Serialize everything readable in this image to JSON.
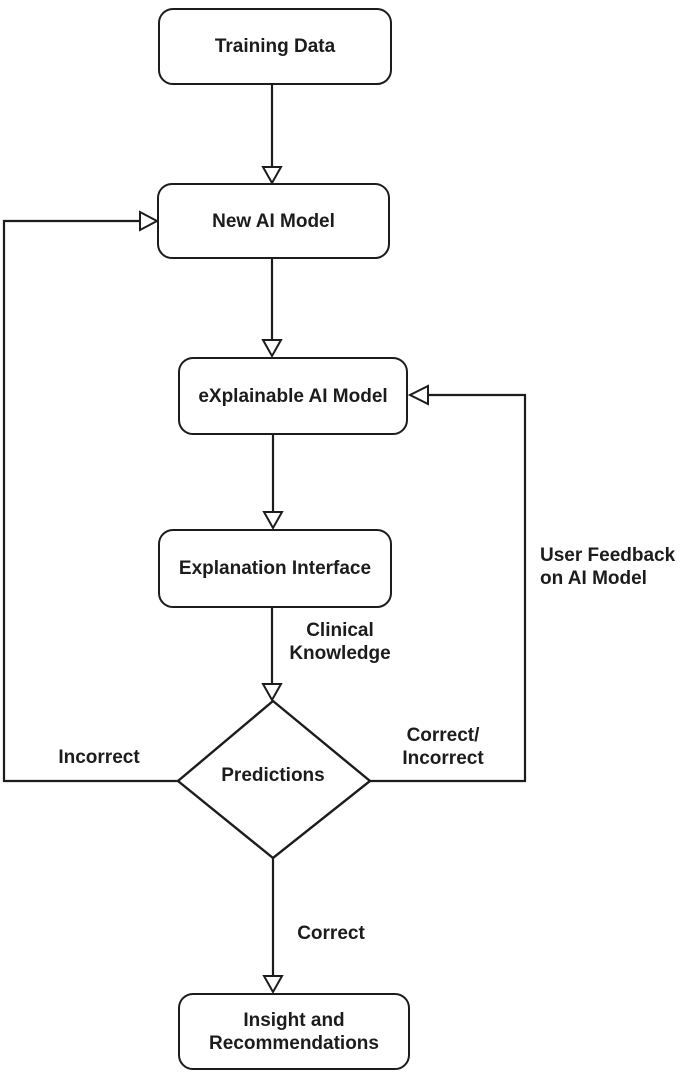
{
  "diagram": {
    "type": "flowchart",
    "title": "Explainable AI clinical workflow loop",
    "nodes": {
      "training_data": {
        "label": "Training Data",
        "shape": "rounded-rect"
      },
      "new_ai_model": {
        "label": "New AI Model",
        "shape": "rounded-rect"
      },
      "explainable_ai_model": {
        "label": "eXplainable AI Model",
        "shape": "rounded-rect"
      },
      "explanation_interface": {
        "label": "Explanation Interface",
        "shape": "rounded-rect"
      },
      "predictions": {
        "label": "Predictions",
        "shape": "diamond"
      },
      "insight_recommendations": {
        "label": "Insight and\nRecommendations",
        "shape": "rounded-rect"
      }
    },
    "edge_labels": {
      "clinical_knowledge": "Clinical\nKnowledge",
      "incorrect": "Incorrect",
      "correct_incorrect": "Correct/\nIncorrect",
      "correct": "Correct",
      "user_feedback": "User Feedback\non AI Model"
    },
    "edges": [
      {
        "from": "training_data",
        "to": "new_ai_model",
        "label": ""
      },
      {
        "from": "new_ai_model",
        "to": "explainable_ai_model",
        "label": ""
      },
      {
        "from": "explainable_ai_model",
        "to": "explanation_interface",
        "label": ""
      },
      {
        "from": "explanation_interface",
        "to": "predictions",
        "label": "Clinical Knowledge"
      },
      {
        "from": "predictions",
        "to": "new_ai_model",
        "label": "Incorrect"
      },
      {
        "from": "predictions",
        "to": "explainable_ai_model",
        "label": "Correct/Incorrect — User Feedback on AI Model"
      },
      {
        "from": "predictions",
        "to": "insight_recommendations",
        "label": "Correct"
      }
    ],
    "colors": {
      "line": "#1c1c1c",
      "background": "#ffffff"
    }
  }
}
